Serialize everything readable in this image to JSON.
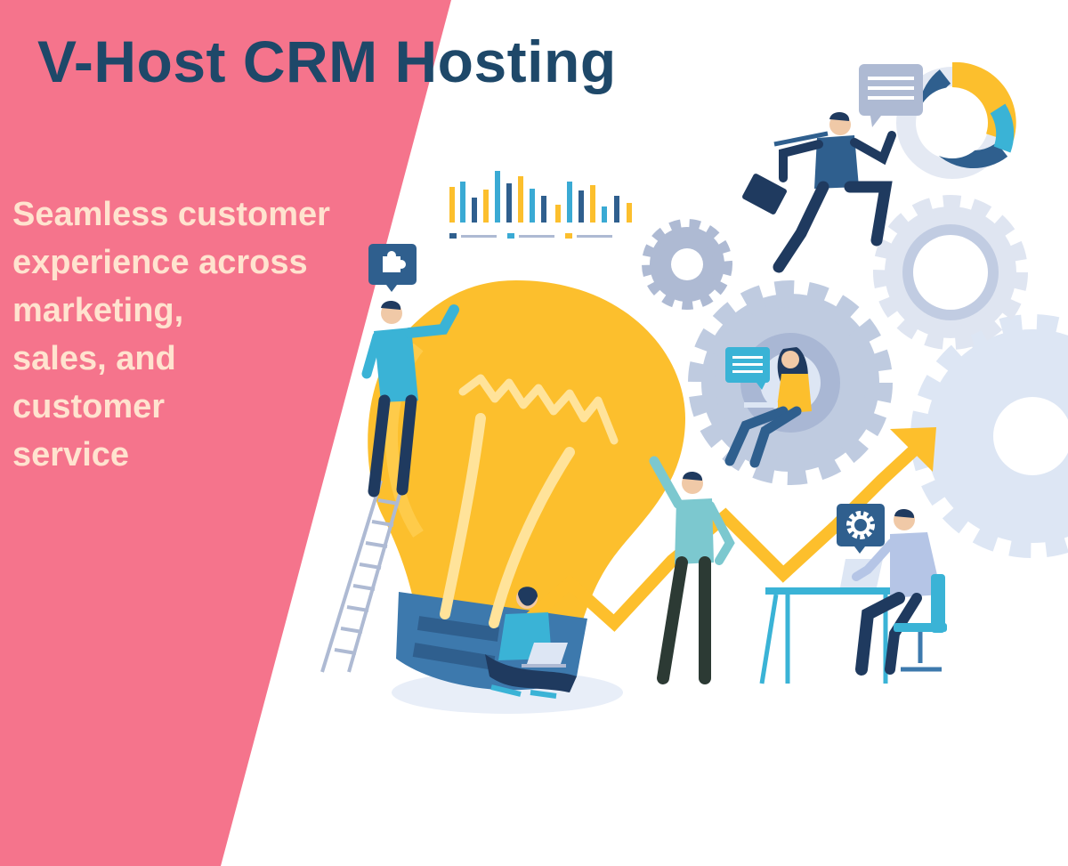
{
  "banner": {
    "title": "V-Host CRM Hosting",
    "tagline_lines": [
      "Seamless customer",
      "experience across",
      "marketing,",
      "sales, and",
      "customer",
      "service"
    ]
  },
  "colors": {
    "pink_panel": "#f5748c",
    "title": "#1e4869",
    "tagline": "#ffe3cf",
    "bulb_yellow": "#fcbf2d",
    "bulb_base": "#3d79ad",
    "gear_dark": "#aebad3",
    "gear_light": "#dde6f4",
    "trend_arrow": "#fdbf2c",
    "bars_blue": "#3aaad4",
    "bars_yellow": "#fcbf2d",
    "navy": "#1f3a5f"
  },
  "illustration": {
    "icons": [
      "message-icon",
      "puzzle-icon",
      "settings-gear-icon",
      "laptop-icon",
      "briefcase-icon",
      "donut-chart-icon",
      "bar-chart-icon",
      "trend-arrow-icon",
      "lightbulb-icon"
    ]
  }
}
